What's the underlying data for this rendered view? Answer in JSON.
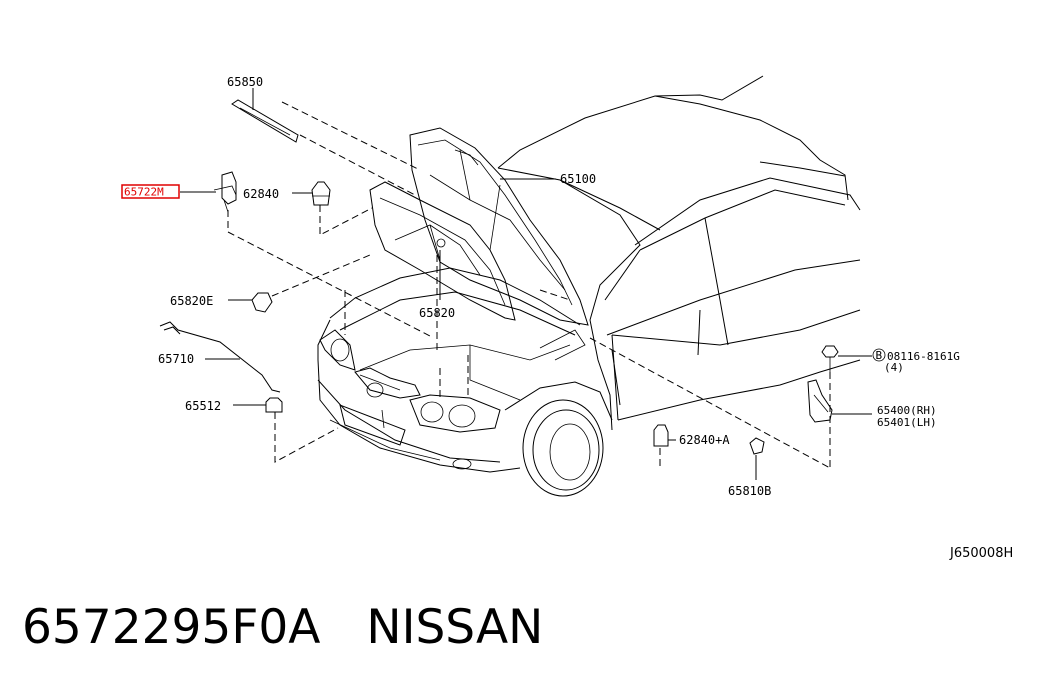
{
  "parts": {
    "p65850": "65850",
    "p65722m": "65722M",
    "p62840": "62840",
    "p65100": "65100",
    "p65820e": "65820E",
    "p65820": "65820",
    "p65710": "65710",
    "p65512": "65512",
    "p08116": "08116-8161G",
    "p08116_qty": "(4)",
    "p08116_prefix": "B",
    "p65400": "65400(RH)",
    "p65401": "65401(LH)",
    "p62840a": "62840+A",
    "p65810b": "65810B"
  },
  "highlighted_part": "65722M",
  "diagram_code": "J650008H",
  "footer": {
    "part_number": "6572295F0A",
    "brand": "NISSAN"
  },
  "colors": {
    "highlight": "#e00000",
    "lines": "#000000",
    "background": "#ffffff"
  }
}
